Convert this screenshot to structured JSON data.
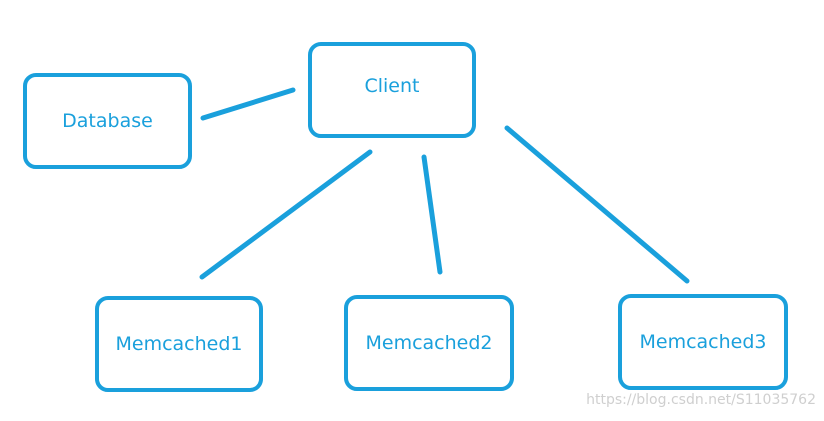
{
  "nodes": {
    "client": "Client",
    "database": "Database",
    "memcached1": "Memcached1",
    "memcached2": "Memcached2",
    "memcached3": "Memcached3"
  },
  "watermark": "https://blog.csdn.net/S11035762",
  "colors": {
    "stroke": "#1aa0dc",
    "text": "#1aa0dc",
    "watermark": "#cfcfcf"
  }
}
